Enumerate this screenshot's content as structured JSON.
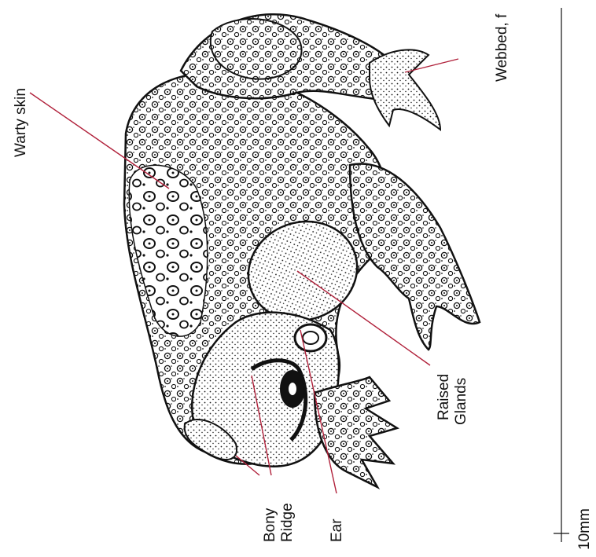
{
  "labels": {
    "warty_skin": "Warty skin",
    "webbed": "Webbed, f",
    "raised_glands_1": "Raised",
    "raised_glands_2": "Glands",
    "bony_ridge_1": "Bony",
    "bony_ridge_2": "Ridge",
    "ear": "Ear",
    "scale": "10mm"
  },
  "colors": {
    "leader": "#b0203a",
    "ink": "#111111",
    "background": "#ffffff"
  }
}
